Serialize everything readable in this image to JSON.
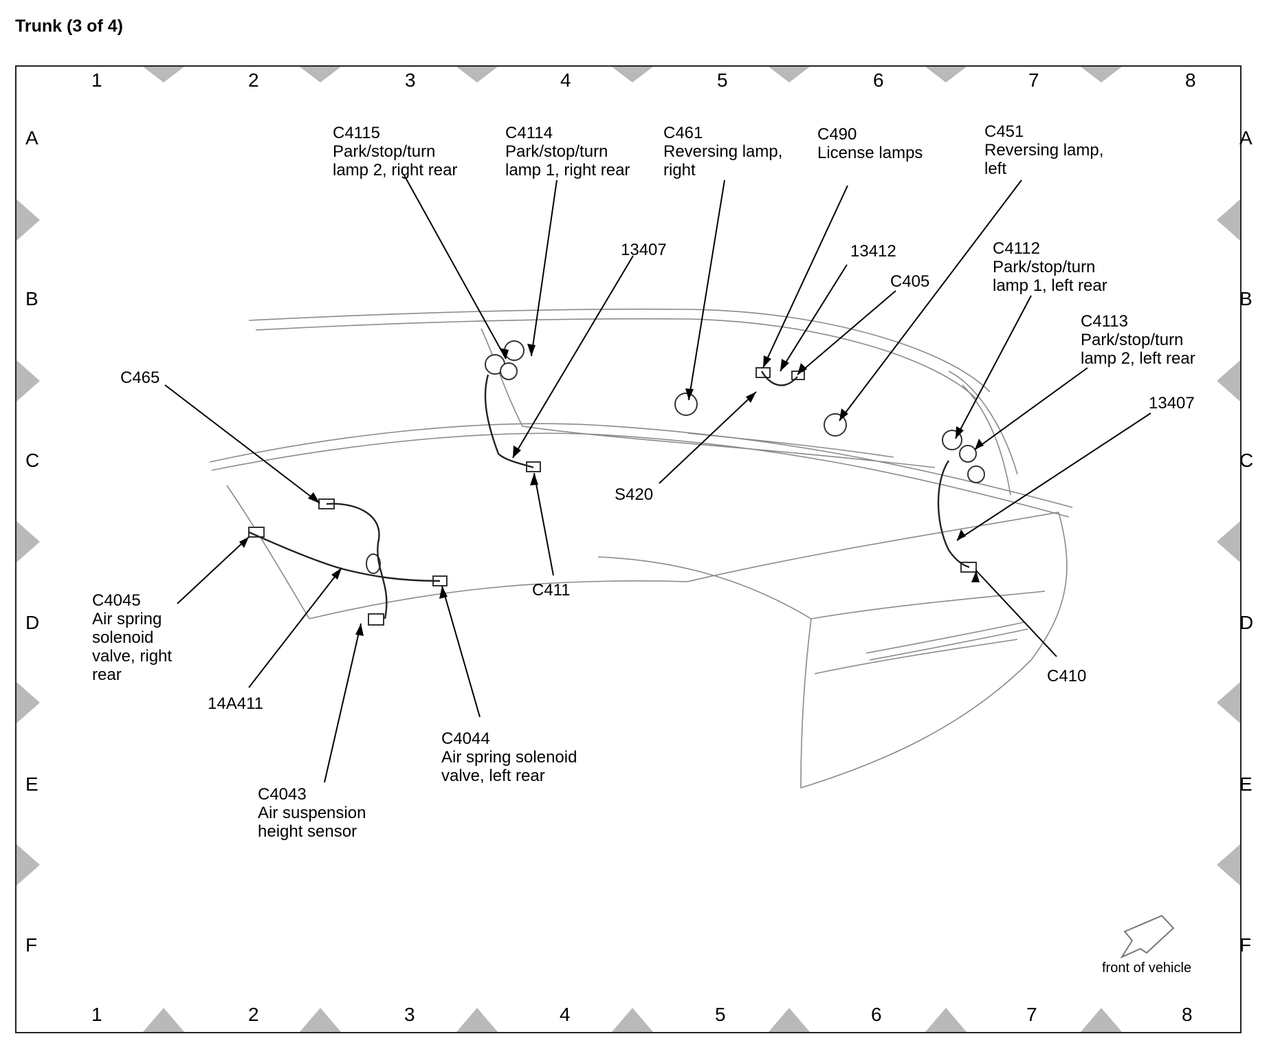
{
  "title": "Trunk (3 of 4)",
  "grid": {
    "columns": [
      "1",
      "2",
      "3",
      "4",
      "5",
      "6",
      "7",
      "8"
    ],
    "rows": [
      "A",
      "B",
      "C",
      "D",
      "E",
      "F"
    ]
  },
  "labels": {
    "c4115": {
      "lines": [
        "C4115",
        "Park/stop/turn",
        "lamp 2, right rear"
      ]
    },
    "c4114": {
      "lines": [
        "C4114",
        "Park/stop/turn",
        "lamp 1, right rear"
      ]
    },
    "c461": {
      "lines": [
        "C461",
        "Reversing lamp,",
        "right"
      ]
    },
    "c490": {
      "lines": [
        "C490",
        "License lamps"
      ]
    },
    "c451": {
      "lines": [
        "C451",
        "Reversing lamp,",
        "left"
      ]
    },
    "w13407_top": {
      "lines": [
        "13407"
      ]
    },
    "w13412": {
      "lines": [
        "13412"
      ]
    },
    "c405": {
      "lines": [
        "C405"
      ]
    },
    "c4112": {
      "lines": [
        "C4112",
        "Park/stop/turn",
        "lamp 1, left rear"
      ]
    },
    "c4113": {
      "lines": [
        "C4113",
        "Park/stop/turn",
        "lamp 2, left rear"
      ]
    },
    "w13407_right": {
      "lines": [
        "13407"
      ]
    },
    "c465": {
      "lines": [
        "C465"
      ]
    },
    "s420": {
      "lines": [
        "S420"
      ]
    },
    "c411": {
      "lines": [
        "C411"
      ]
    },
    "c4045": {
      "lines": [
        "C4045",
        "Air spring",
        "solenoid",
        "valve, right",
        "rear"
      ]
    },
    "w14a411": {
      "lines": [
        "14A411"
      ]
    },
    "c4044": {
      "lines": [
        "C4044",
        "Air spring solenoid",
        "valve, left rear"
      ]
    },
    "c4043": {
      "lines": [
        "C4043",
        "Air suspension",
        "height sensor"
      ]
    },
    "c410": {
      "lines": [
        "C410"
      ]
    }
  },
  "orientation": {
    "text": "front of vehicle",
    "icon": "direction-arrow-icon"
  }
}
